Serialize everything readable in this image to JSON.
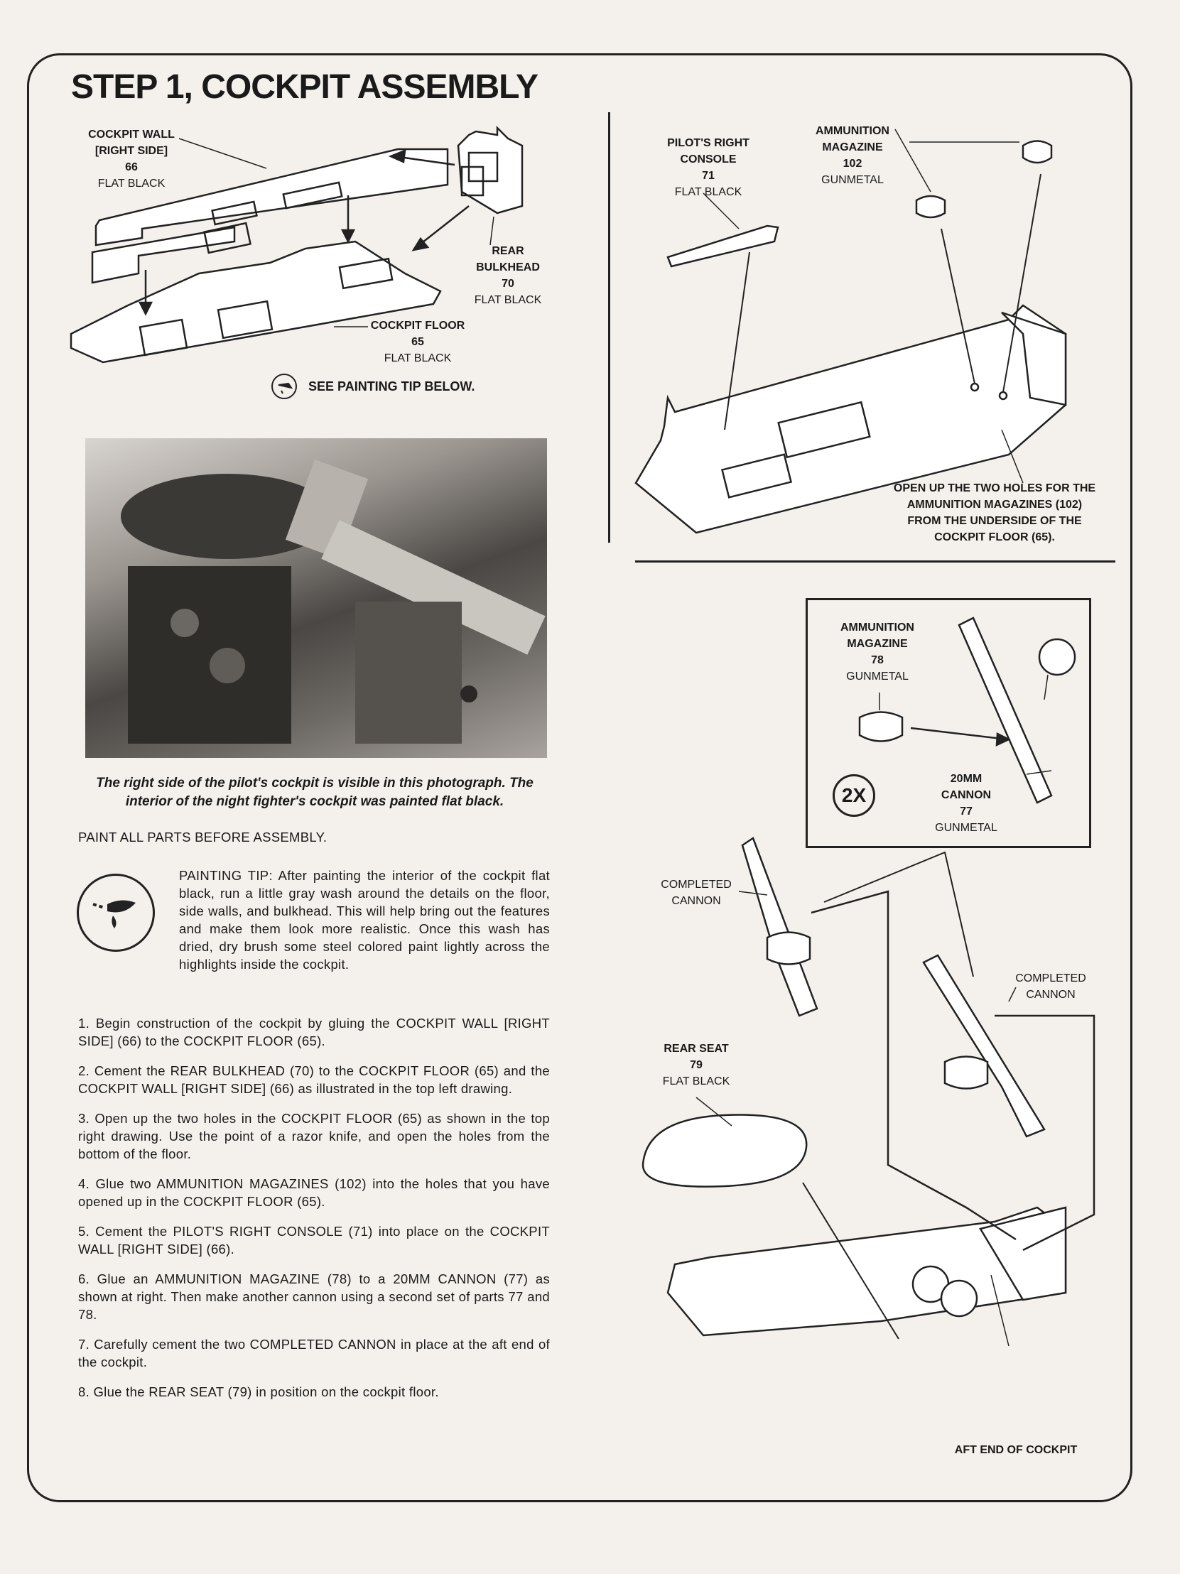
{
  "title": "STEP 1, COCKPIT ASSEMBLY",
  "callouts": {
    "cockpit_wall": {
      "name": "COCKPIT WALL [RIGHT SIDE]",
      "number": "66",
      "paint": "FLAT BLACK"
    },
    "rear_bulkhead": {
      "name": "REAR BULKHEAD",
      "number": "70",
      "paint": "FLAT BLACK"
    },
    "cockpit_floor": {
      "name": "COCKPIT FLOOR",
      "number": "65",
      "paint": "FLAT BLACK"
    },
    "pilots_console": {
      "name": "PILOT'S RIGHT CONSOLE",
      "number": "71",
      "paint": "FLAT BLACK"
    },
    "ammo_magazine_102": {
      "name": "AMMUNITION MAGAZINE",
      "number": "102",
      "paint": "GUNMETAL"
    },
    "ammo_magazine_78": {
      "name": "AMMUNITION MAGAZINE",
      "number": "78",
      "paint": "GUNMETAL"
    },
    "cannon_77": {
      "name": "20MM CANNON",
      "number": "77",
      "paint": "GUNMETAL"
    },
    "rear_seat": {
      "name": "REAR SEAT",
      "number": "79",
      "paint": "FLAT BLACK"
    },
    "completed_cannon": "COMPLETED CANNON",
    "aft_end": "AFT END OF COCKPIT",
    "open_holes_note": "OPEN UP THE TWO HOLES FOR THE AMMUNITION MAGAZINES (102) FROM THE UNDERSIDE OF THE COCKPIT FLOOR (65).",
    "see_tip": "SEE PAINTING TIP BELOW.",
    "multiplier": "2X"
  },
  "photo_caption": "The right side of the pilot's cockpit is visible in this photograph. The interior of the night fighter's cockpit was painted flat black.",
  "paint_all": "PAINT ALL PARTS BEFORE ASSEMBLY.",
  "painting_tip": "PAINTING TIP: After painting the interior of the cockpit flat black, run a little gray wash around the details on the floor, side walls, and bulkhead. This will help bring out the features and make them look more realistic. Once this wash has dried, dry brush some steel colored paint lightly across the highlights inside the cockpit.",
  "steps": [
    "1.  Begin construction of the cockpit by gluing the COCKPIT WALL [RIGHT SIDE] (66) to the COCKPIT FLOOR (65).",
    "2.  Cement the REAR BULKHEAD (70) to the COCKPIT FLOOR (65) and the COCKPIT WALL [RIGHT SIDE] (66) as illustrated in the top left drawing.",
    "3.  Open up the two holes in the COCKPIT FLOOR (65) as shown in the top right drawing. Use the point of a razor knife, and open the holes from the bottom of the floor.",
    "4.  Glue two AMMUNITION MAGAZINES (102) into the holes that you have opened up in the COCKPIT FLOOR (65).",
    "5.  Cement the PILOT'S RIGHT CONSOLE (71) into place on the COCKPIT WALL [RIGHT SIDE] (66).",
    "6.  Glue an AMMUNITION MAGAZINE (78) to a 20MM CANNON (77) as shown at right. Then make another cannon using a second set of parts 77 and 78.",
    "7.  Carefully cement the two COMPLETED CANNON in place at the aft end of the cockpit.",
    "8.  Glue the REAR SEAT (79) in position on the cockpit floor."
  ]
}
